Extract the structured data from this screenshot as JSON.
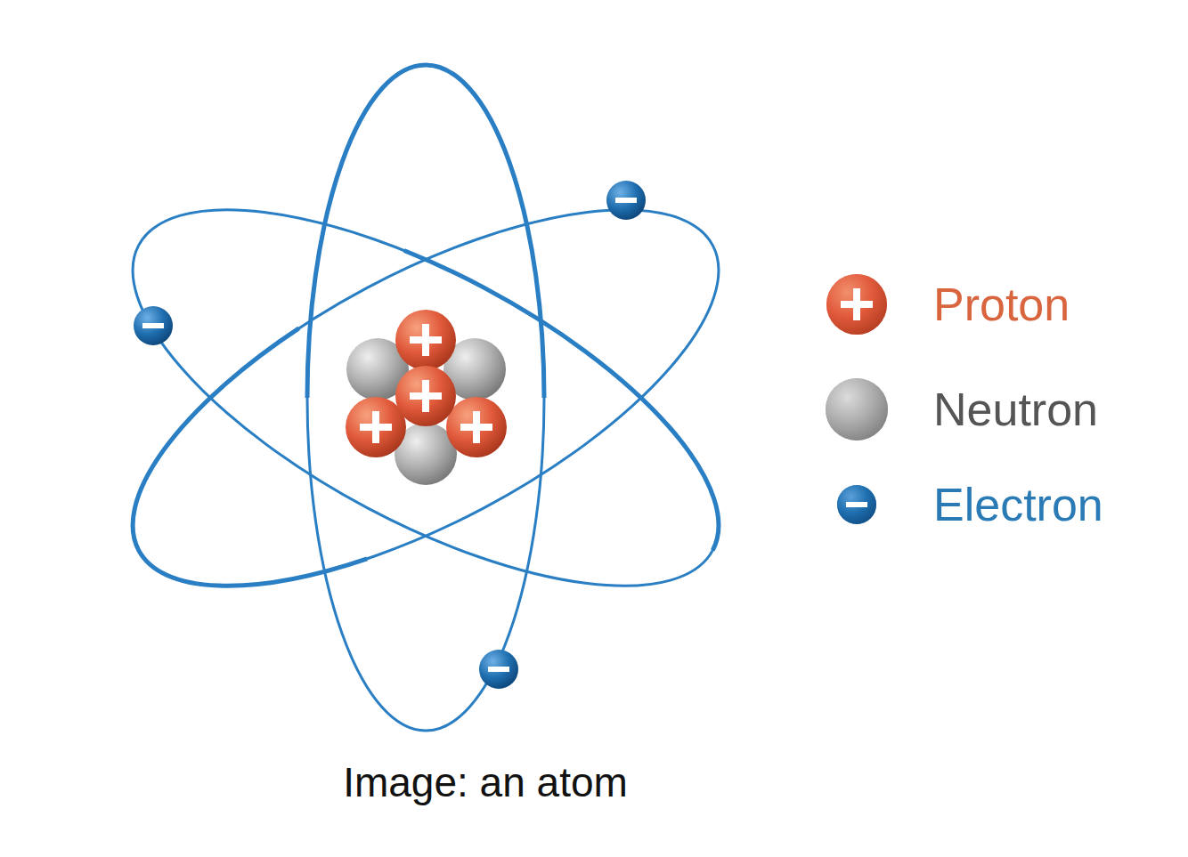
{
  "diagram": {
    "caption": "Image: an atom",
    "legend": [
      {
        "text": "Proton",
        "color": "#e0593a"
      },
      {
        "text": "Neutron",
        "color": "#a3a3a3"
      },
      {
        "text": "Electron",
        "color": "#1f6fb0"
      }
    ]
  }
}
